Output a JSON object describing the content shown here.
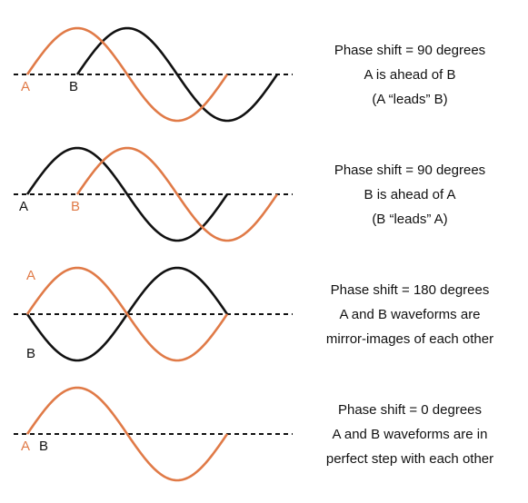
{
  "colors": {
    "orange": "#e07a47",
    "black": "#111111"
  },
  "panels": [
    {
      "waves": [
        {
          "label": "A",
          "color": "orange",
          "start_deg": 0
        },
        {
          "label": "B",
          "color": "black",
          "start_deg": 90
        }
      ],
      "lines": [
        "Phase shift = 90 degrees",
        "A is ahead of B",
        "(A “leads” B)"
      ]
    },
    {
      "waves": [
        {
          "label": "B",
          "color": "orange",
          "start_deg": 90
        },
        {
          "label": "A",
          "color": "black",
          "start_deg": 0
        }
      ],
      "lines": [
        "Phase shift = 90 degrees",
        "B is ahead of A",
        "(B “leads” A)"
      ]
    },
    {
      "waves": [
        {
          "label": "A",
          "color": "orange",
          "start_deg": 0,
          "polarity": 1
        },
        {
          "label": "B",
          "color": "black",
          "start_deg": 0,
          "polarity": -1
        }
      ],
      "lines": [
        "Phase shift = 180 degrees",
        "A and B waveforms are",
        "mirror-images of each other"
      ]
    },
    {
      "waves": [
        {
          "label": "A",
          "color": "orange",
          "start_deg": 0
        },
        {
          "label": "B",
          "color": "black",
          "start_deg": 0,
          "hidden": true
        }
      ],
      "lines": [
        "Phase shift = 0 degrees",
        "A and B waveforms are in",
        "perfect step with each other"
      ]
    }
  ]
}
